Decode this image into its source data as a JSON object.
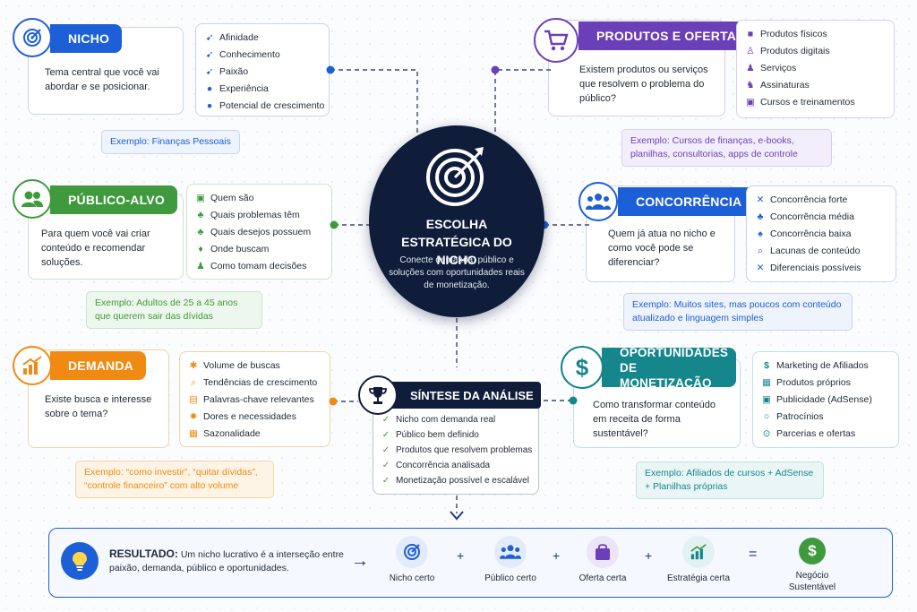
{
  "colors": {
    "blue": "#1d5fd6",
    "green": "#3e9a3c",
    "orange": "#f08a12",
    "purple": "#6b3fb8",
    "teal": "#14868c",
    "navy": "#0f1d3a"
  },
  "center": {
    "title": "ESCOLHA ESTRATÉGICA DO NICHO",
    "subtitle": "Conecte demanda, público e soluções com oportunidades reais de monetização.",
    "icon": "target-icon"
  },
  "nicho": {
    "title": "NICHO",
    "desc": "Tema central que você vai abordar e se posicionar.",
    "items": [
      "Afinidade",
      "Conhecimento",
      "Paixão",
      "Experiência",
      "Potencial de crescimento"
    ],
    "example": "Exemplo: Finanças Pessoais"
  },
  "publico": {
    "title": "PÚBLICO-ALVO",
    "desc": "Para quem você vai criar conteúdo e recomendar soluções.",
    "items": [
      "Quem são",
      "Quais problemas têm",
      "Quais desejos possuem",
      "Onde buscam",
      "Como tomam decisões"
    ],
    "example": "Exemplo: Adultos de 25 a 45 anos que querem sair das dívidas"
  },
  "demanda": {
    "title": "DEMANDA",
    "desc": "Existe busca e interesse sobre o tema?",
    "items": [
      "Volume de buscas",
      "Tendências de crescimento",
      "Palavras-chave relevantes",
      "Dores e necessidades",
      "Sazonalidade"
    ],
    "example": "Exemplo: “como investir”, “quitar dívidas”, “controle financeiro” com alto volume"
  },
  "produtos": {
    "title": "PRODUTOS E OFERTAS",
    "desc": "Existem produtos ou serviços que resolvem o problema do público?",
    "items": [
      "Produtos físicos",
      "Produtos digitais",
      "Serviços",
      "Assinaturas",
      "Cursos e treinamentos"
    ],
    "example": "Exemplo: Cursos de finanças, e-books, planilhas, consultorias, apps de controle"
  },
  "concorrencia": {
    "title": "CONCORRÊNCIA",
    "desc": "Quem já atua no nicho e como você pode se diferenciar?",
    "items": [
      "Concorrência forte",
      "Concorrência média",
      "Concorrência baixa",
      "Lacunas de conteúdo",
      "Diferenciais possíveis"
    ],
    "example": "Exemplo: Muitos sites, mas poucos com conteúdo atualizado e linguagem simples"
  },
  "monetizacao": {
    "title": "OPORTUNIDADES DE MONETIZAÇÃO",
    "desc": "Como transformar conteúdo em receita de forma sustentável?",
    "items": [
      "Marketing de Afiliados",
      "Produtos próprios",
      "Publicidade (AdSense)",
      "Patrocínios",
      "Parcerias e ofertas"
    ],
    "example": "Exemplo: Afiliados de cursos + AdSense + Planilhas próprias"
  },
  "sintese": {
    "title": "SÍNTESE DA ANÁLISE",
    "items": [
      "Nicho com demanda real",
      "Público bem definido",
      "Produtos que resolvem problemas",
      "Concorrência analisada",
      "Monetização possível e escalável"
    ]
  },
  "resultado": {
    "label": "RESULTADO:",
    "text": "Um nicho lucrativo é a interseção entre paixão, demanda, público e oportunidades.",
    "items": [
      "Nicho certo",
      "Público certo",
      "Oferta certa",
      "Estratégia certa",
      "Negócio Sustentável"
    ],
    "plus": "+",
    "equals": "="
  }
}
